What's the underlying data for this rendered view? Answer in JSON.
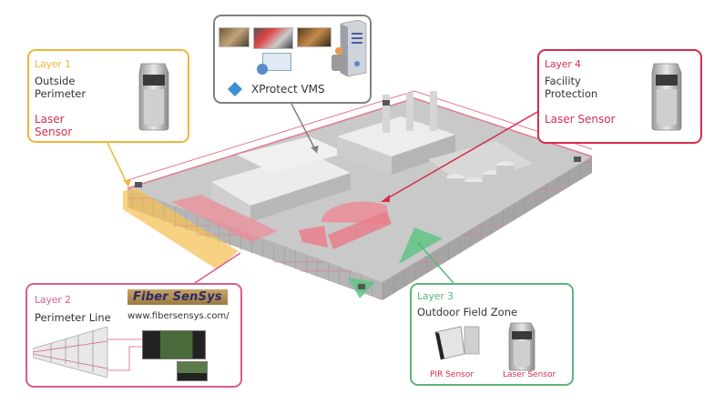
{
  "colors": {
    "layer1": "#f2b53a",
    "layer2": "#d95c93",
    "layer3": "#5bb678",
    "layer4": "#d62d4b",
    "vms": "#808080",
    "sensor_text_red": "#d62d4b",
    "layer2_title": "#d95c93",
    "layer3_title": "#5bb678",
    "ground": "#c8c8c8",
    "building": "#e6e6e6"
  },
  "layer1": {
    "title": "Layer 1",
    "description_line1": "Outside",
    "description_line2": "Perimeter",
    "sensor_line1": "Laser",
    "sensor_line2": "Sensor",
    "icon": "laser-sensor-device"
  },
  "vms": {
    "label": "XProtect VMS",
    "icons": [
      "video-monitor",
      "video-monitor",
      "video-monitor",
      "workstation-user",
      "server-tower",
      "milestone-logo"
    ]
  },
  "layer4": {
    "title": "Layer 4",
    "description_line1": "Facility",
    "description_line2": "Protection",
    "sensor": "Laser Sensor",
    "icon": "laser-sensor-device"
  },
  "layer2": {
    "title": "Layer 2",
    "description": "Perimeter Line",
    "brand": "Fiber SenSys",
    "url": "www.fibersensys.com/",
    "icons": [
      "fence-perspective",
      "rack-controller",
      "circuit-card"
    ]
  },
  "layer3": {
    "title": "Layer 3",
    "description": "Outdoor Field Zone",
    "sensors": [
      {
        "label": "PIR Sensor",
        "icon": "pir-sensor-device"
      },
      {
        "label": "Laser Sensor",
        "icon": "laser-sensor-device"
      }
    ]
  }
}
